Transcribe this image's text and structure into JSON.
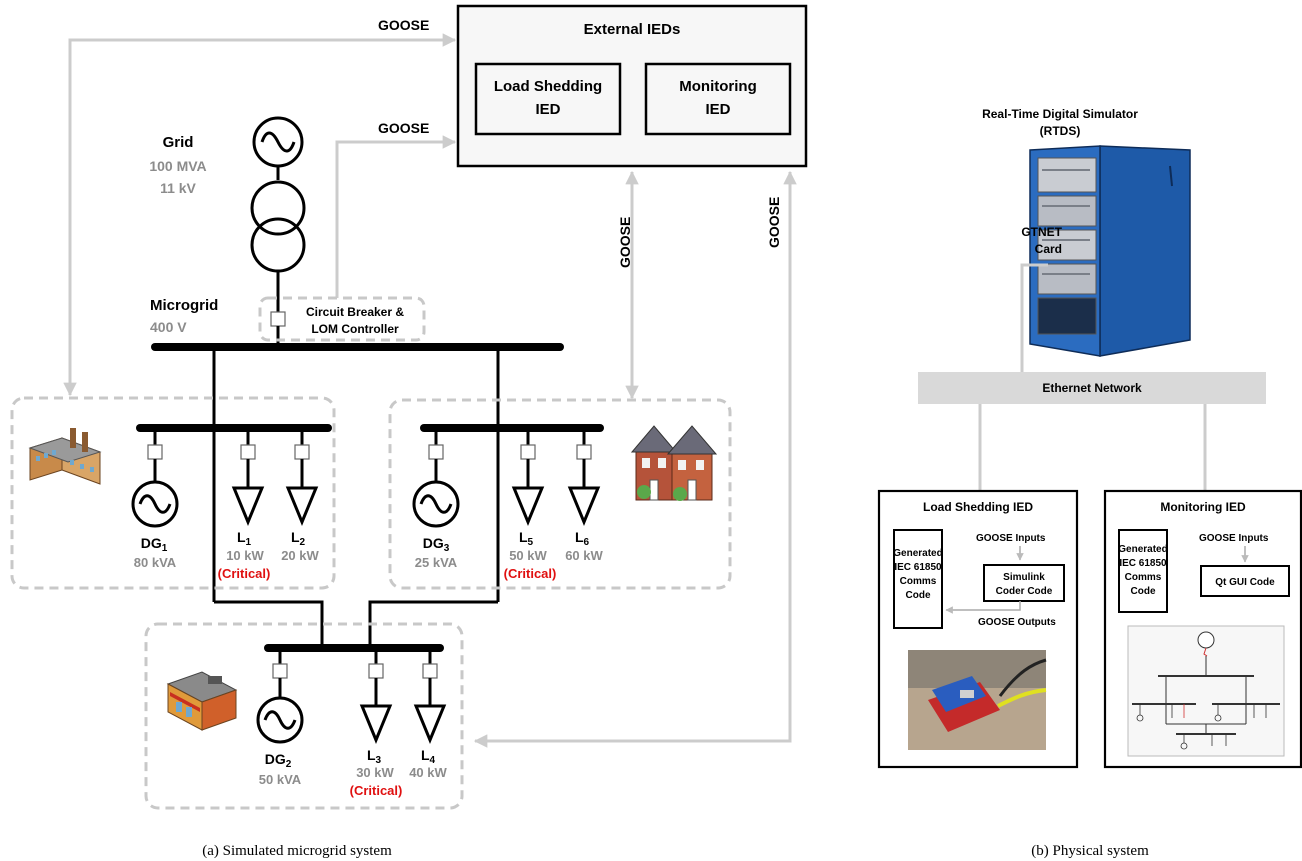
{
  "comm": {
    "goose": "GOOSE",
    "ethernet": "Ethernet Network",
    "gtnet_line1": "GTNET",
    "gtnet_line2": "Card"
  },
  "external": {
    "title": "External IEDs",
    "load_shedding_line1": "Load Shedding",
    "load_shedding_line2": "IED",
    "monitoring_line1": "Monitoring",
    "monitoring_line2": "IED"
  },
  "grid": {
    "title": "Grid",
    "rating": "100 MVA",
    "voltage": "11 kV"
  },
  "microgrid": {
    "title": "Microgrid",
    "voltage": "400 V",
    "breaker_line1": "Circuit Breaker &",
    "breaker_line2": "LOM Controller"
  },
  "generators": {
    "dg1": {
      "name": "DG",
      "sub": "1",
      "rating": "80 kVA"
    },
    "dg2": {
      "name": "DG",
      "sub": "2",
      "rating": "50 kVA"
    },
    "dg3": {
      "name": "DG",
      "sub": "3",
      "rating": "25 kVA"
    }
  },
  "loads": {
    "l1": {
      "name": "L",
      "sub": "1",
      "rating": "10 kW"
    },
    "l2": {
      "name": "L",
      "sub": "2",
      "rating": "20 kW"
    },
    "l3": {
      "name": "L",
      "sub": "3",
      "rating": "30 kW"
    },
    "l4": {
      "name": "L",
      "sub": "4",
      "rating": "40 kW"
    },
    "l5": {
      "name": "L",
      "sub": "5",
      "rating": "50 kW"
    },
    "l6": {
      "name": "L",
      "sub": "6",
      "rating": "60 kW"
    }
  },
  "critical": "(Critical)",
  "rtds": {
    "title_line1": "Real-Time Digital Simulator",
    "title_line2": "(RTDS)"
  },
  "load_shedding_ied": {
    "title": "Load Shedding IED",
    "goose_inputs": "GOOSE Inputs",
    "goose_outputs": "GOOSE Outputs",
    "generated_line1": "Generated",
    "generated_line2": "IEC 61850",
    "generated_line3": "Comms",
    "generated_line4": "Code",
    "simulink_line1": "Simulink",
    "simulink_line2": "Coder Code"
  },
  "monitoring_ied": {
    "title": "Monitoring IED",
    "goose_inputs": "GOOSE Inputs",
    "generated_line1": "Generated",
    "generated_line2": "IEC 61850",
    "generated_line3": "Comms",
    "generated_line4": "Code",
    "qt_code": "Qt GUI Code"
  },
  "captions": {
    "a": "(a) Simulated microgrid system",
    "b": "(b) Physical system"
  }
}
